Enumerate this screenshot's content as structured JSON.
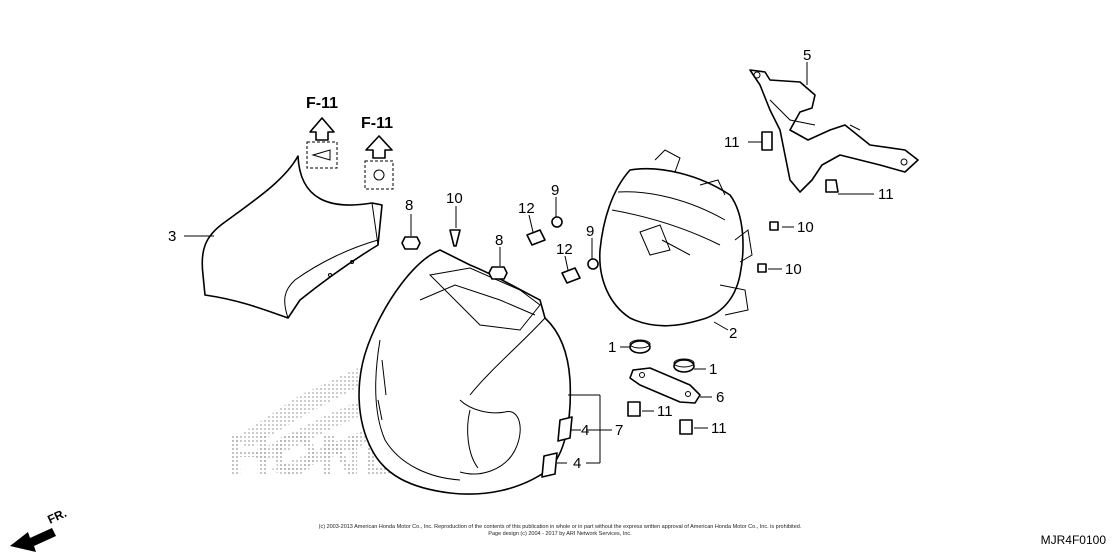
{
  "references": [
    {
      "id": "f11-left",
      "label": "F-11"
    },
    {
      "id": "f11-right",
      "label": "F-11"
    }
  ],
  "callouts": {
    "c1a": "1",
    "c1b": "1",
    "c2": "2",
    "c3": "3",
    "c4a": "4",
    "c4b": "4",
    "c5": "5",
    "c6": "6",
    "c7": "7",
    "c8a": "8",
    "c8b": "8",
    "c9a": "9",
    "c9b": "9",
    "c10a": "10",
    "c10b": "10",
    "c10c": "10",
    "c11a": "11",
    "c11b": "11",
    "c11c": "11",
    "c11d": "11",
    "c12a": "12",
    "c12b": "12"
  },
  "watermark": "HONDA",
  "direction_label": "FR.",
  "copyright_line1": "(c) 2003-2013 American Honda Motor Co., Inc. Reproduction of the contents of this publication in whole or in part without the express written approval of American Honda Motor Co., Inc. is prohibited.",
  "copyright_line2": "Page design (c) 2004 - 2017 by ARI Network Services, Inc.",
  "diagram_code": "MJR4F0100"
}
